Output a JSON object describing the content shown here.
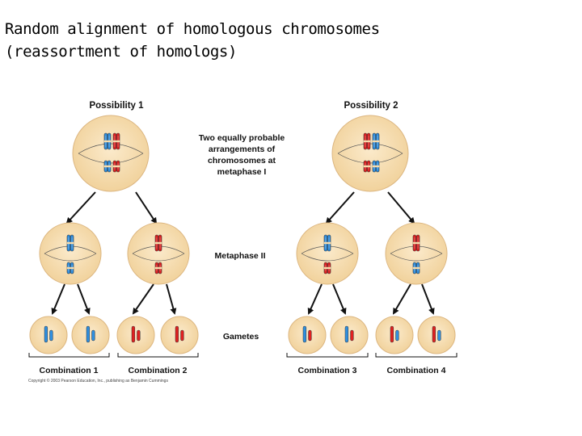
{
  "title": {
    "line1": "Random alignment of homologous chromosomes",
    "line2": "(reassortment of homologs)"
  },
  "figure": {
    "possibility_1": "Possibility 1",
    "possibility_2": "Possibility 2",
    "metaphase1_note": [
      "Two equally probable",
      "arrangements of",
      "chromosomes at",
      "metaphase I"
    ],
    "metaphase2_label": "Metaphase II",
    "gametes_label": "Gametes",
    "combinations": [
      "Combination 1",
      "Combination 2",
      "Combination 3",
      "Combination 4"
    ],
    "copyright": "Copyright © 2003 Pearson Education, Inc., publishing as Benjamin Cummings",
    "colors": {
      "cell_fill": "#f6dcae",
      "cell_edge": "#dcb680",
      "maternal": "#2f8fe0",
      "paternal": "#e02020",
      "arrow": "#111111"
    }
  }
}
